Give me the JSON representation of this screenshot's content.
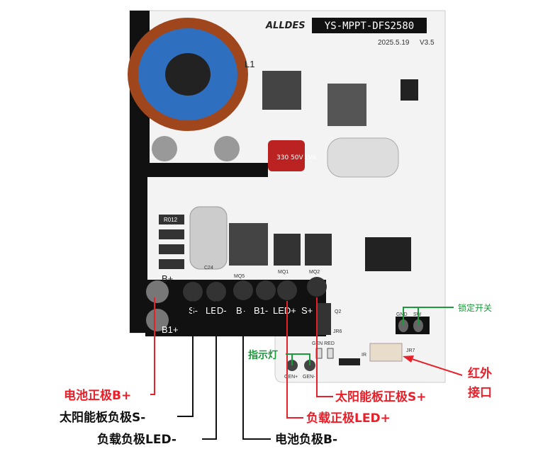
{
  "board": {
    "logo": "ALLDES",
    "model": "YS-MPPT-DFS2580",
    "date": "2025.5.19",
    "version": "V3.5",
    "inductor_label": "L1",
    "capacitor_marking": "330 50V LVA",
    "silk_terminals": [
      "B+",
      "S-",
      "LED-",
      "B-",
      "B1-",
      "LED+",
      "S+",
      "B1+"
    ],
    "silk_misc": [
      "GEN RED",
      "GEN+",
      "GEN-",
      "GND",
      "SW",
      "JR6",
      "Q2",
      "IR",
      "JR7",
      "MQ5",
      "MQ1",
      "MQ2",
      "C24",
      "R012"
    ]
  },
  "annotations": {
    "battery_positive": "电池正极B+",
    "solar_negative": "太阳能板负极S-",
    "load_negative": "负载负极LED-",
    "battery_negative": "电池负极B-",
    "load_positive": "负载正极LED+",
    "solar_positive": "太阳能板正极S+",
    "infrared_port_line1": "红外",
    "infrared_port_line2": "接口",
    "indicator_light": "指示灯",
    "lock_switch": "锁定开关"
  },
  "colors": {
    "red": "#e8202a",
    "green": "#1a9a3a",
    "black": "#111111",
    "pcb": "#f2f2f2"
  }
}
